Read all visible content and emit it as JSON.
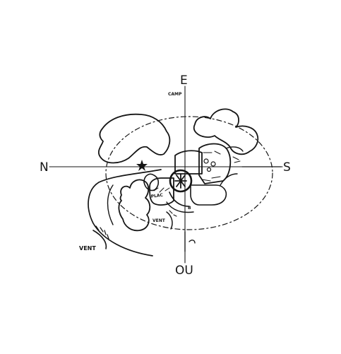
{
  "compass": {
    "north": "N",
    "south": "S",
    "east": "E",
    "west": "OU"
  },
  "labels": {
    "camp": "CAMP",
    "vent_left": "VENT",
    "vent_center": "VENT",
    "letter_b": "B",
    "center_text": "PLAC"
  },
  "colors": {
    "ink": "#151515",
    "paper": "#ffffff"
  }
}
